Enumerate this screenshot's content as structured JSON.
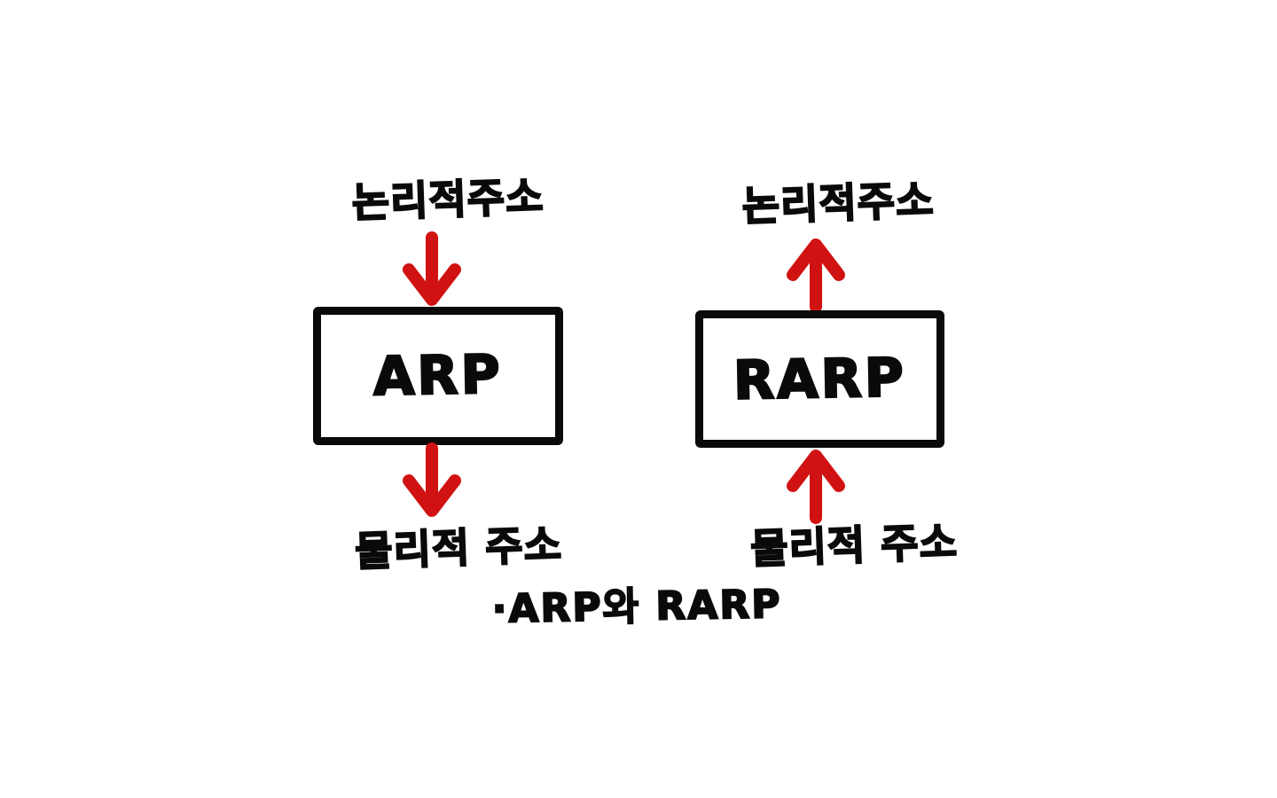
{
  "diagram": {
    "left": {
      "top_label": "논리적주소",
      "box_label": "ARP",
      "bottom_label": "물리적 주소"
    },
    "right": {
      "top_label": "논리적주소",
      "box_label": "RARP",
      "bottom_label": "물리적 주소"
    },
    "caption": "·ARP와 RARP",
    "colors": {
      "arrow": "#d01212",
      "ink": "#0a0a0a",
      "background": "#ffffff"
    }
  }
}
